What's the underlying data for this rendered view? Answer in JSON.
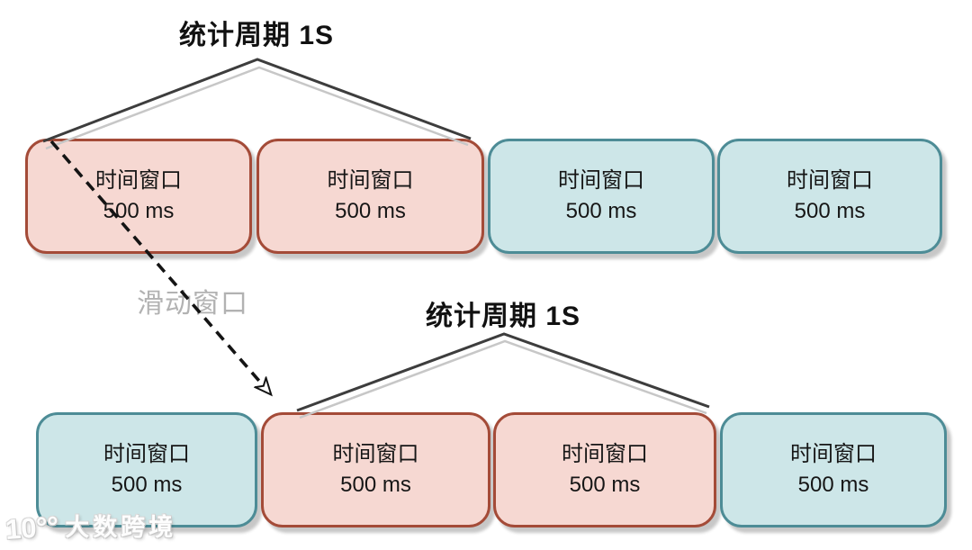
{
  "titles": {
    "top": "统计周期 1S",
    "bottom": "统计周期 1S"
  },
  "labels": {
    "sliding_window": "滑动窗口"
  },
  "rows": [
    {
      "name": "top-row",
      "boxes": [
        {
          "type": "pink",
          "title": "时间窗口",
          "duration": "500 ms"
        },
        {
          "type": "pink",
          "title": "时间窗口",
          "duration": "500 ms"
        },
        {
          "type": "teal",
          "title": "时间窗口",
          "duration": "500 ms"
        },
        {
          "type": "teal",
          "title": "时间窗口",
          "duration": "500 ms"
        }
      ]
    },
    {
      "name": "bottom-row",
      "boxes": [
        {
          "type": "teal",
          "title": "时间窗口",
          "duration": "500 ms"
        },
        {
          "type": "pink",
          "title": "时间窗口",
          "duration": "500 ms"
        },
        {
          "type": "pink",
          "title": "时间窗口",
          "duration": "500 ms"
        },
        {
          "type": "teal",
          "title": "时间窗口",
          "duration": "500 ms"
        }
      ]
    }
  ],
  "watermark": {
    "logo": "10°°",
    "text": "大数跨境"
  },
  "colors": {
    "pink_fill": "#f6d8d2",
    "pink_border": "#a44b38",
    "teal_fill": "#cde6e8",
    "teal_border": "#4d8c96",
    "bracket": "#3d3d3d",
    "bracket_shadow": "#c7c7c7",
    "arrow": "#141414",
    "muted_label": "#b2b2b2",
    "title_color": "#111111",
    "box_text": "#161616"
  }
}
